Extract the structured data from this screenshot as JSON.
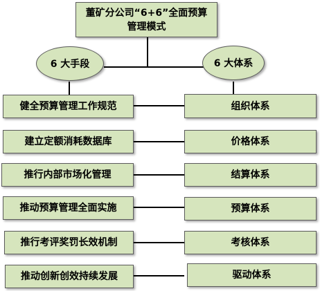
{
  "title": {
    "line1": "董矿分公司“6+6”全面预算",
    "line2": "管理模式"
  },
  "left_group": {
    "label": "6 大手段"
  },
  "right_group": {
    "label": "6 大体系"
  },
  "means": [
    "健全预算管理工作规范",
    "建立定额消耗数据库",
    "推行内部市场化管理",
    "推动预算管理全面实施",
    "推行考评奖罚长效机制",
    "推动创新创效持续发展"
  ],
  "systems": [
    "组织体系",
    "价格体系",
    "结算体系",
    "预算体系",
    "考核体系",
    "驱动体系"
  ]
}
